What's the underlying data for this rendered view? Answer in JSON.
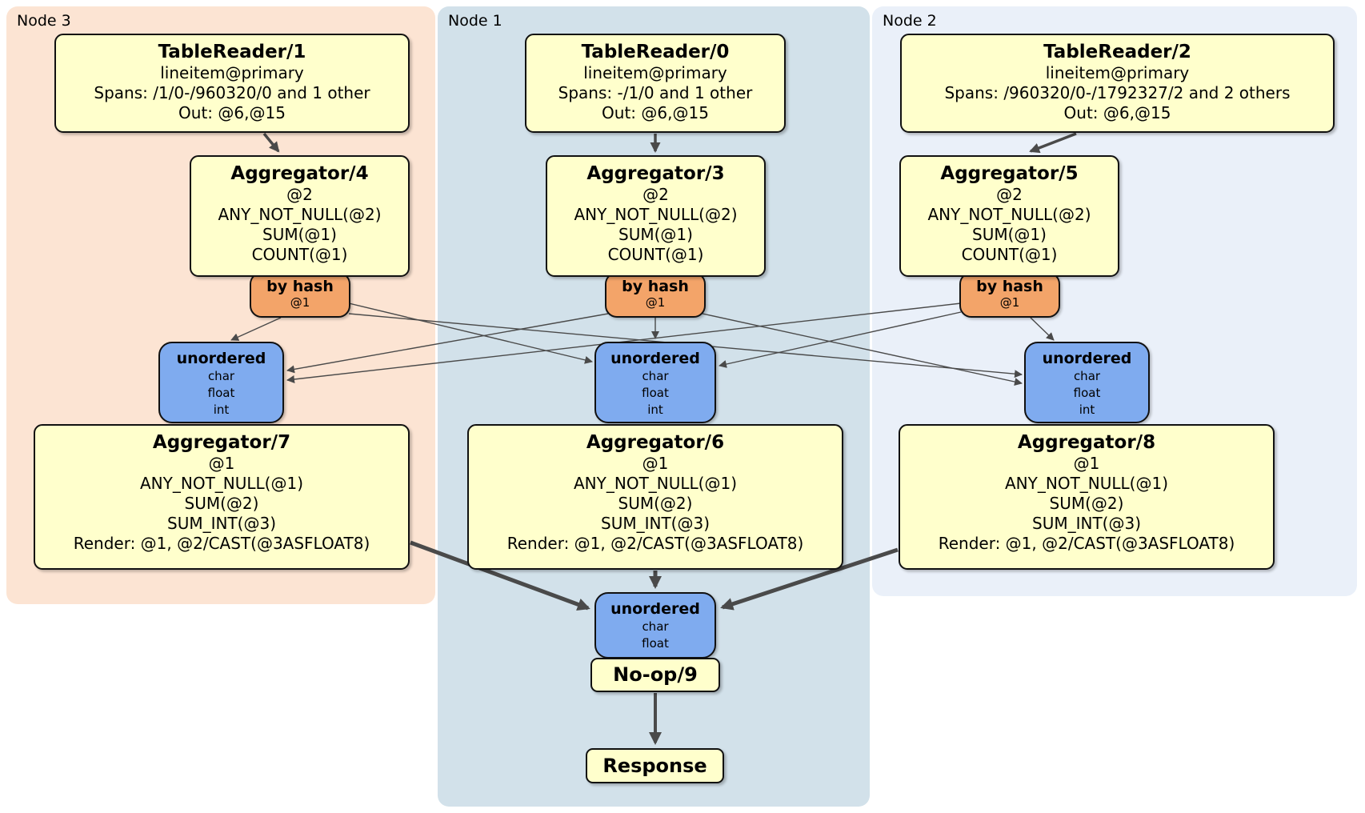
{
  "regions": {
    "node3": {
      "label": "Node 3"
    },
    "node1": {
      "label": "Node 1"
    },
    "node2": {
      "label": "Node 2"
    }
  },
  "processors": {
    "tr1": {
      "title": "TableReader/1",
      "lines": [
        "lineitem@primary",
        "Spans: /1/0-/960320/0 and 1 other",
        "Out: @6,@15"
      ]
    },
    "tr0": {
      "title": "TableReader/0",
      "lines": [
        "lineitem@primary",
        "Spans: -/1/0 and 1 other",
        "Out: @6,@15"
      ]
    },
    "tr2": {
      "title": "TableReader/2",
      "lines": [
        "lineitem@primary",
        "Spans: /960320/0-/1792327/2 and 2 others",
        "Out: @6,@15"
      ]
    },
    "agg4": {
      "title": "Aggregator/4",
      "lines": [
        "@2",
        "ANY_NOT_NULL(@2)",
        "SUM(@1)",
        "COUNT(@1)"
      ]
    },
    "agg3": {
      "title": "Aggregator/3",
      "lines": [
        "@2",
        "ANY_NOT_NULL(@2)",
        "SUM(@1)",
        "COUNT(@1)"
      ]
    },
    "agg5": {
      "title": "Aggregator/5",
      "lines": [
        "@2",
        "ANY_NOT_NULL(@2)",
        "SUM(@1)",
        "COUNT(@1)"
      ]
    },
    "agg7": {
      "title": "Aggregator/7",
      "lines": [
        "@1",
        "ANY_NOT_NULL(@1)",
        "SUM(@2)",
        "SUM_INT(@3)",
        "Render: @1, @2/CAST(@3ASFLOAT8)"
      ]
    },
    "agg6": {
      "title": "Aggregator/6",
      "lines": [
        "@1",
        "ANY_NOT_NULL(@1)",
        "SUM(@2)",
        "SUM_INT(@3)",
        "Render: @1, @2/CAST(@3ASFLOAT8)"
      ]
    },
    "agg8": {
      "title": "Aggregator/8",
      "lines": [
        "@1",
        "ANY_NOT_NULL(@1)",
        "SUM(@2)",
        "SUM_INT(@3)",
        "Render: @1, @2/CAST(@3ASFLOAT8)"
      ]
    },
    "noop": {
      "title": "No-op/9"
    },
    "response": {
      "title": "Response"
    }
  },
  "routers": {
    "byhash3": {
      "title": "by hash",
      "detail": "@1"
    },
    "byhash1": {
      "title": "by hash",
      "detail": "@1"
    },
    "byhash2": {
      "title": "by hash",
      "detail": "@1"
    }
  },
  "syncs": {
    "uno3": {
      "title": "unordered",
      "items": [
        "char",
        "float",
        "int"
      ]
    },
    "uno1": {
      "title": "unordered",
      "items": [
        "char",
        "float",
        "int"
      ]
    },
    "uno2": {
      "title": "unordered",
      "items": [
        "char",
        "float",
        "int"
      ]
    },
    "unoFinal": {
      "title": "unordered",
      "items": [
        "char",
        "float"
      ]
    }
  },
  "colors": {
    "node3_bg": "#fce4d3",
    "node1_bg": "#d2e1ea",
    "node2_bg": "#eaf0f9",
    "processor_fill": "#ffffcc",
    "router_fill": "#f3a469",
    "sync_fill": "#7fabef",
    "edge": "#4a4a4a",
    "border": "#111111"
  }
}
